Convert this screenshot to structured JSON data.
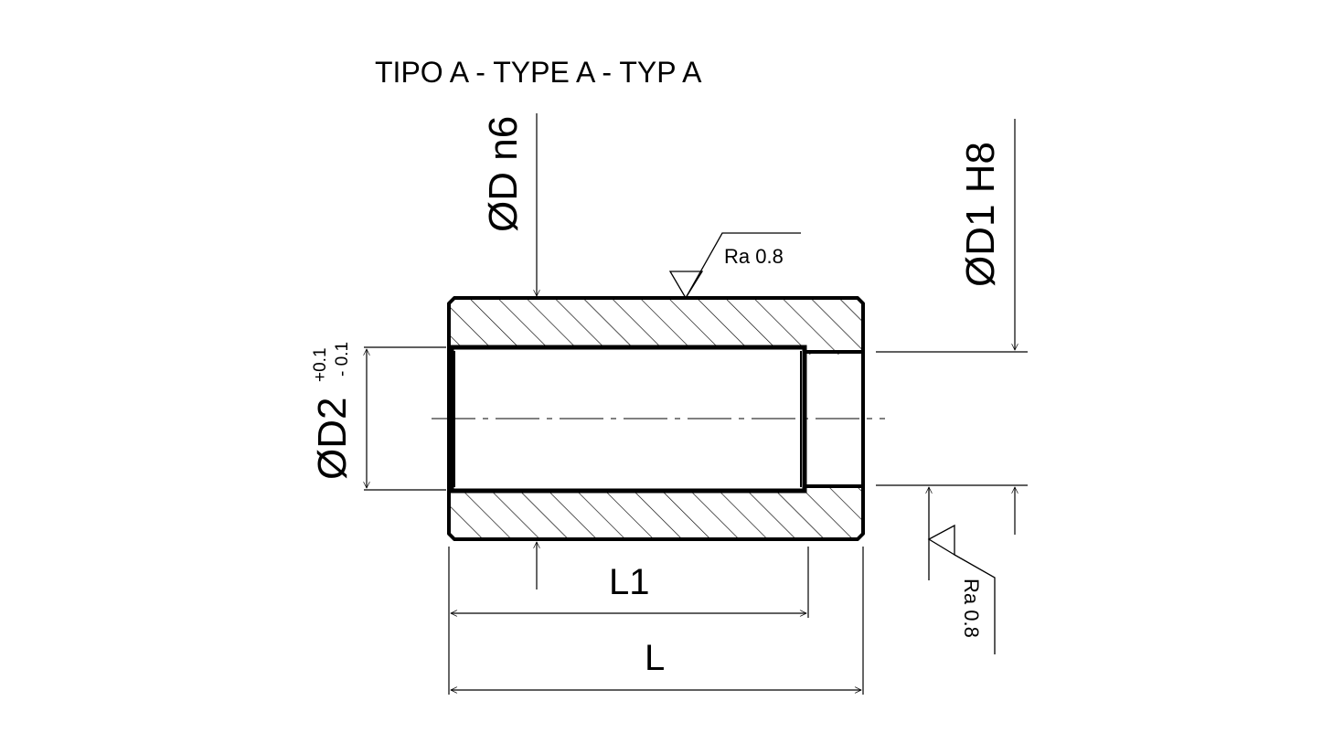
{
  "drawing": {
    "title": "TIPO A - TYPE A - TYP A",
    "dim_outer_diameter": "ØD n6",
    "dim_bore_diameter": "ØD1 H8",
    "dim_inner_diameter": "ØD2",
    "dim_inner_tol_upper": "+0.1",
    "dim_inner_tol_lower": "- 0.1",
    "dim_partial_length": "L1",
    "dim_total_length": "L",
    "roughness_top": "Ra 0.8",
    "roughness_bore": "Ra 0.8"
  }
}
